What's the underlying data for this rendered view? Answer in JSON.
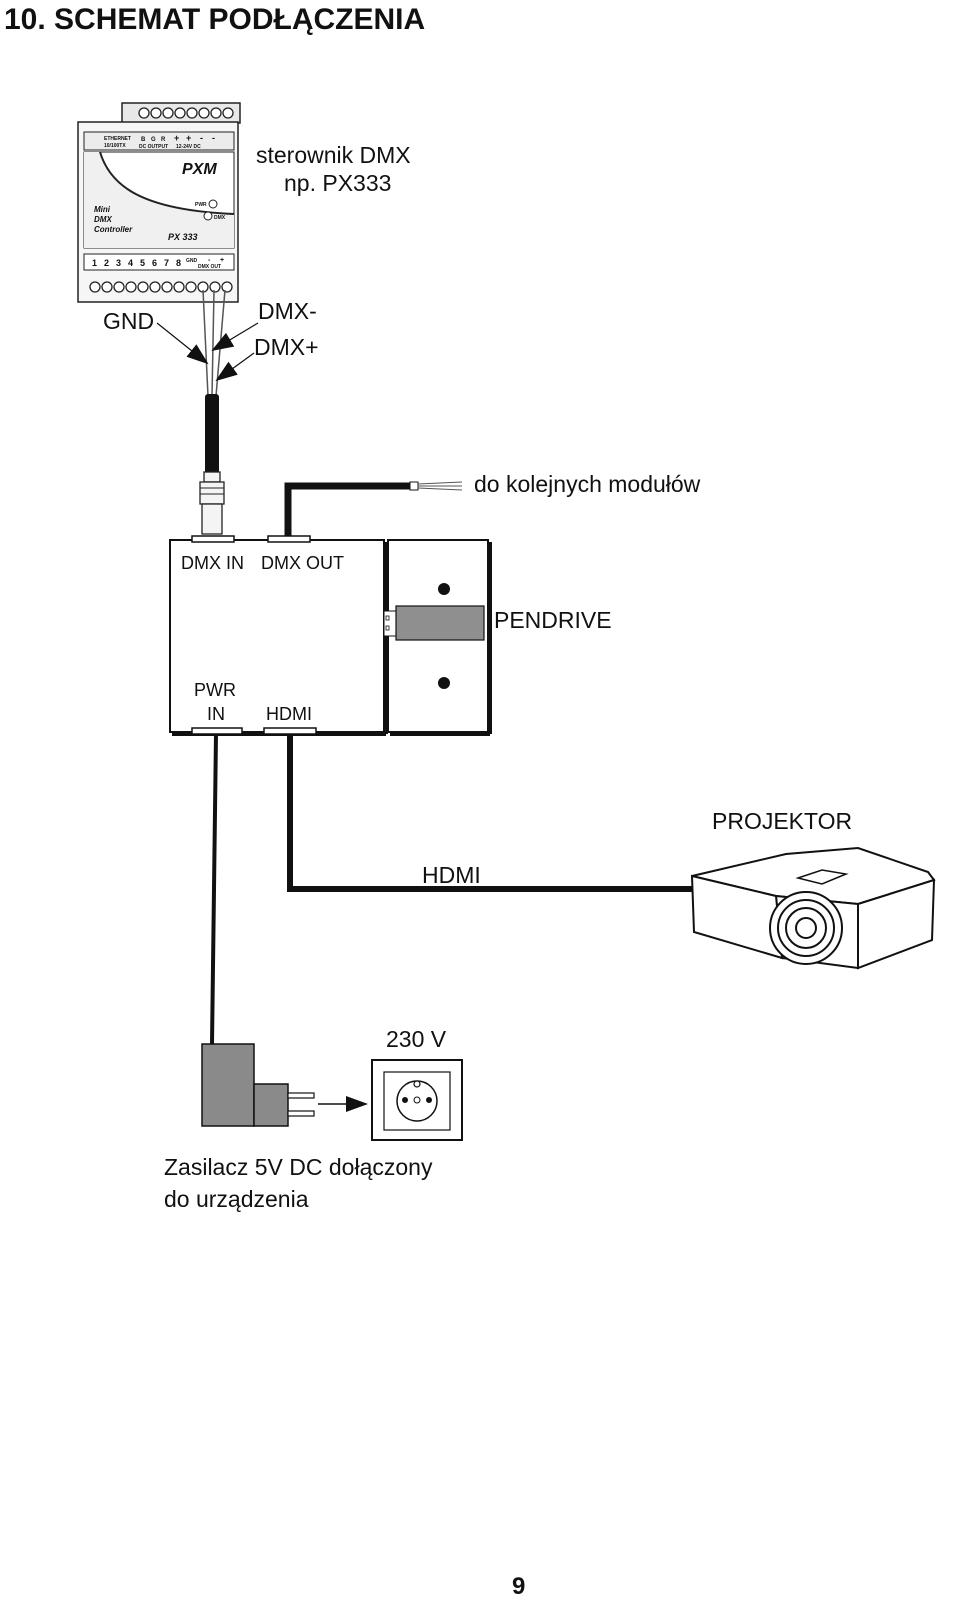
{
  "heading": "10. SCHEMAT PODŁĄCZENIA",
  "controller": {
    "caption_line1": "sterownik DMX",
    "caption_line2": "np. PX333",
    "front_text_line1": "Mini",
    "front_text_line2": "DMX",
    "front_text_line3": "Controller",
    "model": "PX 333",
    "brand": "PXM",
    "led_pwr": "PWR",
    "led_dmx": "DMX",
    "top_labels": [
      "ETHERNET",
      "10/100TX",
      "B",
      "G",
      "R",
      "DC OUTPUT",
      "+",
      "+",
      "-",
      "-",
      "12-24V DC"
    ],
    "bottom_numbers": [
      "1",
      "2",
      "3",
      "4",
      "5",
      "6",
      "7",
      "8"
    ],
    "bottom_labels": [
      "GND",
      "-",
      "+",
      "DMX OUT"
    ]
  },
  "wires": {
    "gnd": "GND",
    "dmx_minus": "DMX-",
    "dmx_plus": "DMX+",
    "next_modules": "do kolejnych modułów"
  },
  "device": {
    "port_dmx_in": "DMX IN",
    "port_dmx_out": "DMX OUT",
    "port_pwr_line1": "PWR",
    "port_pwr_line2": "IN",
    "port_hdmi": "HDMI",
    "pendrive": "PENDRIVE"
  },
  "projector": {
    "label": "PROJEKTOR",
    "cable_label": "HDMI"
  },
  "power": {
    "socket_label": "230 V",
    "adapter_line1": "Zasilacz 5V DC dołączony",
    "adapter_line2": "do urządzenia"
  },
  "page_number": "9"
}
